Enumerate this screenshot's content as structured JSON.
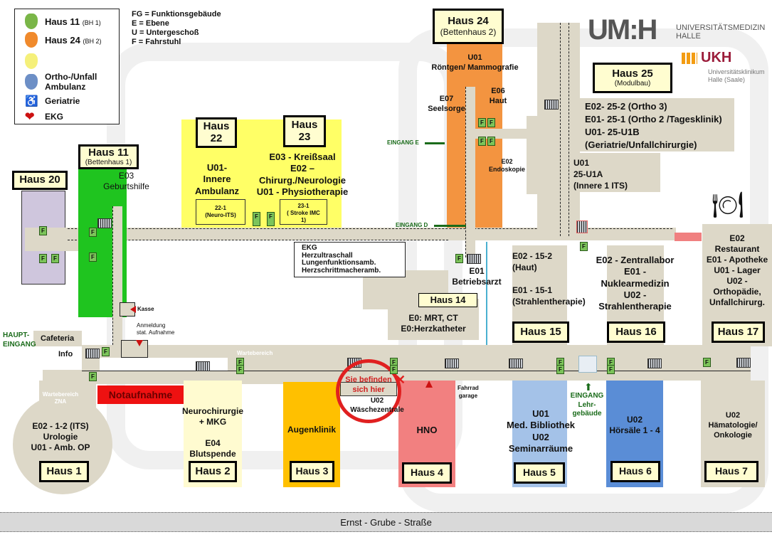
{
  "legend": {
    "items": [
      {
        "label": "Haus 11",
        "sub": "(BH 1)",
        "color": "#7ab648",
        "icon": "footprint-icon"
      },
      {
        "label": "Haus 24",
        "sub": "(BH 2)",
        "color": "#f08a2c",
        "icon": "footprint-icon"
      },
      {
        "label": "",
        "sub": "",
        "color": "#f5f07a",
        "icon": "footprint-icon"
      },
      {
        "label": "Ortho-/Unfall\nAmbulanz",
        "sub": "",
        "color": "#6d8fc6",
        "icon": "footprint-icon"
      },
      {
        "label": "Geriatrie",
        "sub": "",
        "color": "#999999",
        "icon": "walking-person-icon"
      },
      {
        "label": "EKG",
        "sub": "",
        "color": "#cc1111",
        "icon": "heart-icon"
      }
    ],
    "abbreviations": [
      "FG  = Funktionsgebäude",
      "E     = Ebene",
      "U    = Untergeschoß",
      "F     = Fahrstuhl"
    ]
  },
  "logos": {
    "umh": "UM:H",
    "umh_text": "UNIVERSITÄTSMEDIZIN\nHALLE",
    "ukh": "UKH",
    "ukh_text": "Universitätsklinikum\nHalle (Saale)"
  },
  "elevator_label": "F",
  "buildings": {
    "h20": {
      "title": "Haus 20",
      "color": "#cfc6dd"
    },
    "h11": {
      "title": "Haus 11",
      "sub": "(Bettenhaus 1)",
      "text": "E03\nGeburtshilfe",
      "color": "#1fc41f"
    },
    "h22": {
      "title": "Haus\n22",
      "text": "U01-\nInnere Ambulanz",
      "room": "22-1\n(Neuro-ITS)",
      "color": "#ffff66"
    },
    "h23": {
      "title": "Haus\n23",
      "text": "E03 - Kreißsaal\nE02 –\nChirurg./Neurologie\nU01 - Physiotherapie",
      "room": "23-1\n( Stroke IMC\n1)"
    },
    "h24": {
      "title": "Haus 24",
      "sub": "(Bettenhaus 2)",
      "text1": "U01\nRöntgen/ Mammografie",
      "text2": "E07\nSeelsorge",
      "text3": "E06\nHaut",
      "text4": "E02\nEndoskopie",
      "color": "#f39440"
    },
    "h25": {
      "title": "Haus 25",
      "sub": "(Modulbau)",
      "text": "E02- 25-2 (Ortho 3)\nE01- 25-1 (Ortho 2 /Tagesklinik)\nU01- 25-U1B\n(Geriatrie/Unfallchirurgie)",
      "text2": "U01\n25-U1A\n(Innere 1 ITS)"
    },
    "ekg_box": "EKG\nHerzultraschall\nLungenfunktionsamb.\nHerzschrittmacheramb.",
    "betriebsarzt": "E01\nBetriebsarzt",
    "h14": {
      "title": "Haus 14",
      "text": "E0: MRT, CT\nE0:Herzkatheter"
    },
    "h15": {
      "title": "Haus 15",
      "text": "E02 - 15-2\n(Haut)\n\nE01 - 15-1\n(Strahlentherapie)"
    },
    "h16": {
      "title": "Haus 16",
      "text": "E02 - Zentrallabor\nE01 -\nNuklearmedizin\nU02 -\nStrahlentherapie"
    },
    "h17": {
      "title": "Haus 17",
      "text": "E02\nRestaurant\nE01 - Apotheke\nU01 - Lager\nU02 -\nOrthopädie,\nUnfallchirurg."
    },
    "h1": {
      "title": "Haus 1",
      "text": "E02 - 1-2 (ITS)\nUrologie\nU01 - Amb. OP"
    },
    "h2": {
      "title": "Haus 2",
      "text": "Neurochirurgie\n+ MKG\n\nE04\nBlutspende",
      "color": "#fffbd0"
    },
    "h3": {
      "title": "Haus 3",
      "text": "Augenklinik",
      "color": "#ffc000"
    },
    "h4": {
      "title": "Haus 4",
      "text": "HNO",
      "color": "#f28080"
    },
    "h5": {
      "title": "Haus 5",
      "text": "U01\nMed. Bibliothek\nU02\nSeminarräume",
      "color": "#a4c2e8"
    },
    "h6": {
      "title": "Haus 6",
      "text": "U02\nHörsäle 1 - 4",
      "color": "#5a8dd6"
    },
    "h7": {
      "title": "Haus 7",
      "text": "U02\nHämatologie/\nOnkologie"
    }
  },
  "places": {
    "notaufnahme": "Notaufnahme",
    "cafeteria": "Cafeteria",
    "info": "Info",
    "haupteingang": "HAUPT-\nEINGANG",
    "kasse": "Kasse",
    "anmeldung": "Anmeldung\nstat. Aufnahme",
    "wartebereich": "Wartebereich",
    "wartebereich_zna": "Wartebereich\nZNA",
    "eingang_e": "EINGANG E",
    "eingang_d": "EINGANG D",
    "eingang_lehr": "EINGANG\nLehr-\ngebäude",
    "waeschezentrale": "U02\nWäschezentrale",
    "fahrrad": "Fahrrad\ngarage",
    "you_are_here": "Sie befinden\nsich hier"
  },
  "street": "Ernst - Grube - Straße"
}
